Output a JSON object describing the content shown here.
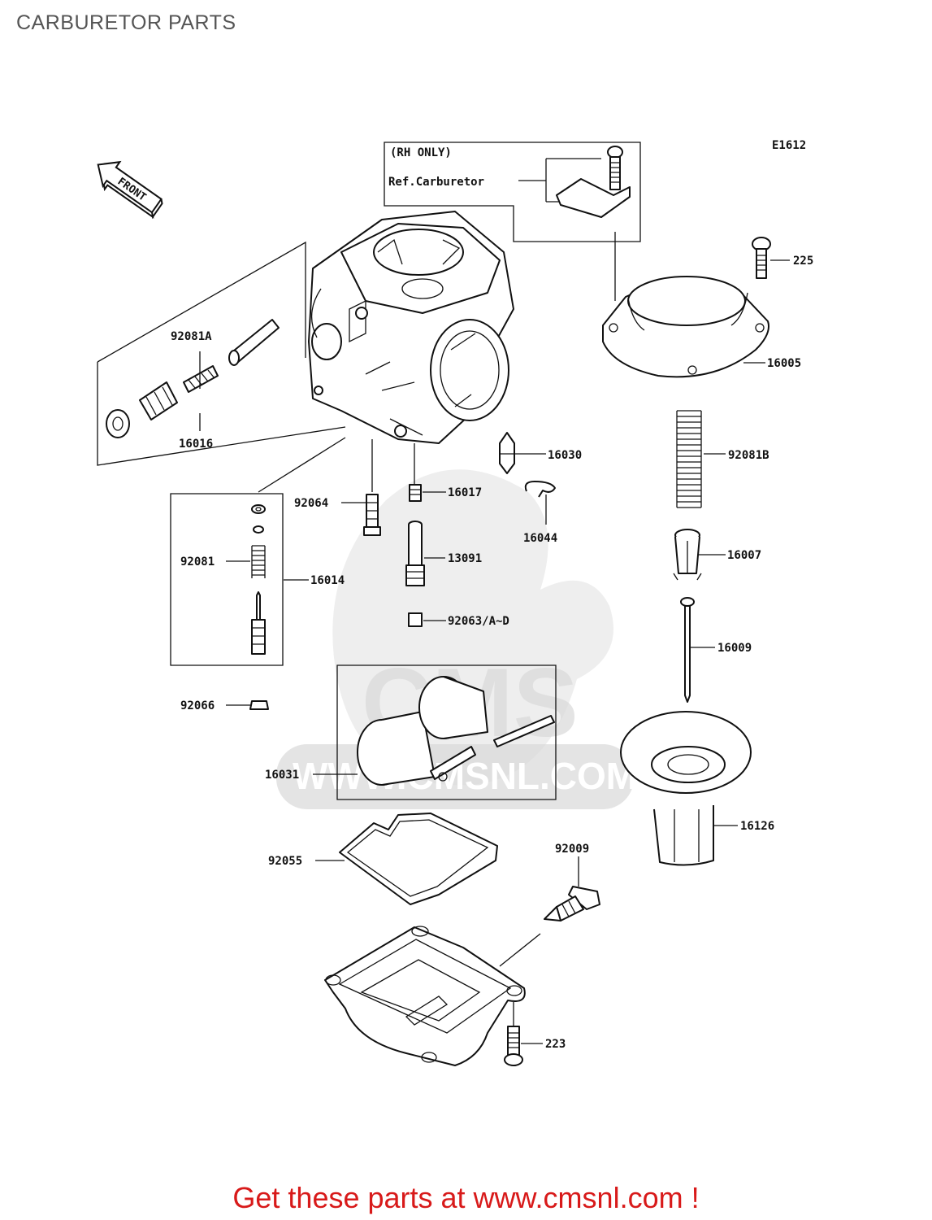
{
  "page": {
    "title": "CARBURETOR PARTS"
  },
  "diagram": {
    "code": "E1612",
    "front_label": "FRONT",
    "note_line1": "(RH ONLY)",
    "note_line2": "Ref.Carburetor",
    "watermark_logo": "CMS",
    "watermark_url": "WWW.CMSNL.COM",
    "callouts": {
      "p225": "225",
      "p16005": "16005",
      "p92081a": "92081A",
      "p16016": "16016",
      "p16030": "16030",
      "p92081b": "92081B",
      "p92064": "92064",
      "p16017": "16017",
      "p16044": "16044",
      "p92081": "92081",
      "p16014": "16014",
      "p13091": "13091",
      "p16007": "16007",
      "p92063": "92063/A~D",
      "p16009": "16009",
      "p92066": "92066",
      "p16031": "16031",
      "p16126": "16126",
      "p92055": "92055",
      "p92009": "92009",
      "p223": "223"
    }
  },
  "footer": {
    "cta": "Get these parts at www.cmsnl.com !"
  },
  "colors": {
    "cta": "#d81a1a",
    "ink": "#111111",
    "title": "#555555",
    "watermark": "#d9d9d9"
  }
}
